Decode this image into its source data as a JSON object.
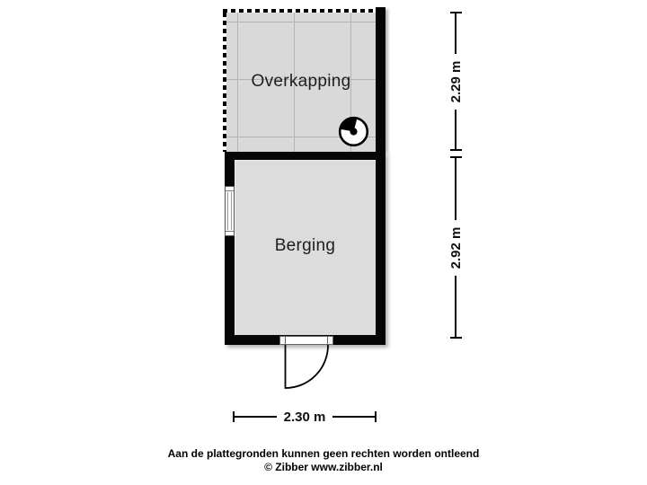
{
  "rooms": {
    "overkapping": {
      "label": "Overkapping"
    },
    "berging": {
      "label": "Berging"
    }
  },
  "dimensions": {
    "overkapping_depth": "2.29 m",
    "berging_depth": "2.92 m",
    "width": "2.30 m"
  },
  "footer": {
    "disclaimer": "Aan de plattegronden kunnen geen rechten worden ontleend",
    "credit": "© Zibber www.zibber.nl"
  },
  "symbols": {
    "drainage_point_icon": "circle-with-black-wedge-and-center-dot",
    "door_icon": "door-frame-with-quarter-circle-swing",
    "window_icon": "window-inset-in-wall"
  },
  "colors": {
    "wall": "#000000",
    "overkapping_fill": "#d9d9d9",
    "berging_fill": "#dcdcdc",
    "grid_line": "#b4b4b4",
    "room_text": "#1e1e1e",
    "dim_label_bg": "#ffffff"
  }
}
